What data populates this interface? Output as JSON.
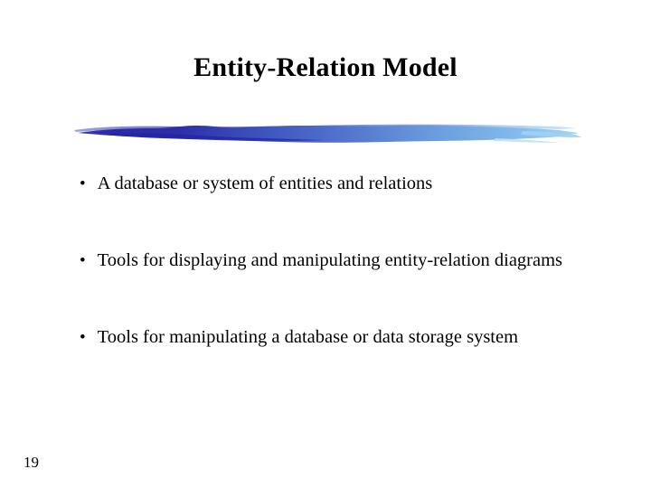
{
  "slide": {
    "title": "Entity-Relation Model",
    "page_number": "19",
    "background_color": "#ffffff",
    "text_color": "#000000",
    "divider": {
      "name": "brush-stroke-divider",
      "gradient_start_color": "#2a2aa5",
      "gradient_mid_color": "#4a6fd0",
      "gradient_end_color": "#8fc6ee"
    },
    "bullets": [
      {
        "marker": "•",
        "lines": [
          "A database or system of entities and relations"
        ],
        "text": "A database or system of entities and relations"
      },
      {
        "marker": "•",
        "lines": [
          "Tools for displaying and manipulating entity-relation",
          "diagrams"
        ],
        "text": "Tools for displaying and manipulating entity-relation diagrams"
      },
      {
        "marker": "•",
        "lines": [
          "Tools for manipulating a database or data storage",
          "system"
        ],
        "text": "Tools for manipulating a database or data storage system"
      }
    ]
  }
}
